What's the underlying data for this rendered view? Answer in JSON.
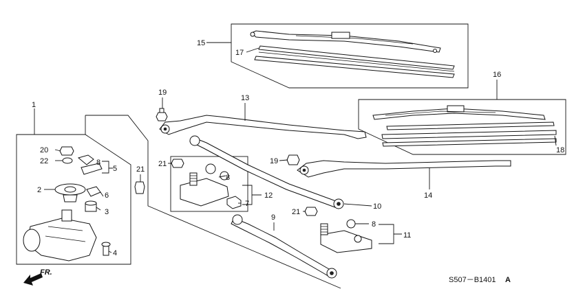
{
  "diagram_code": "S507－B1401",
  "code_suffix": "A",
  "direction": {
    "label": "FR.",
    "icon": "front-arrow-icon"
  },
  "callouts": {
    "c1": "1",
    "c2": "2",
    "c3": "3",
    "c4": "4",
    "c5": "5",
    "c6": "6",
    "c7": "7",
    "c8a": "8",
    "c8b": "8",
    "c8c": "8",
    "c9": "9",
    "c10": "10",
    "c11": "11",
    "c12": "12",
    "c13": "13",
    "c14": "14",
    "c15": "15",
    "c16": "16",
    "c17": "17",
    "c18": "18",
    "c19a": "19",
    "c19b": "19",
    "c20": "20",
    "c21a": "21",
    "c21b": "21",
    "c21c": "21",
    "c22": "22"
  }
}
